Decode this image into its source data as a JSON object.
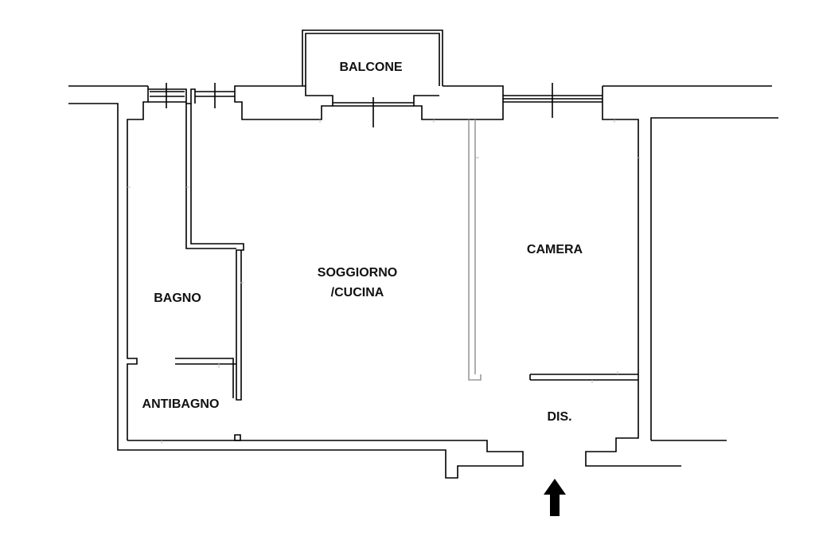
{
  "rooms": {
    "balcone": "BALCONE",
    "soggiorno_line1": "SOGGIORNO",
    "soggiorno_line2": "/CUCINA",
    "camera": "CAMERA",
    "bagno": "BAGNO",
    "antibagno": "ANTIBAGNO",
    "dis": "DIS."
  },
  "colors": {
    "wall": "#000000",
    "partition_gray": "#9a9a9a",
    "background": "#ffffff"
  },
  "icons": {
    "entrance": "arrow-up-icon"
  }
}
